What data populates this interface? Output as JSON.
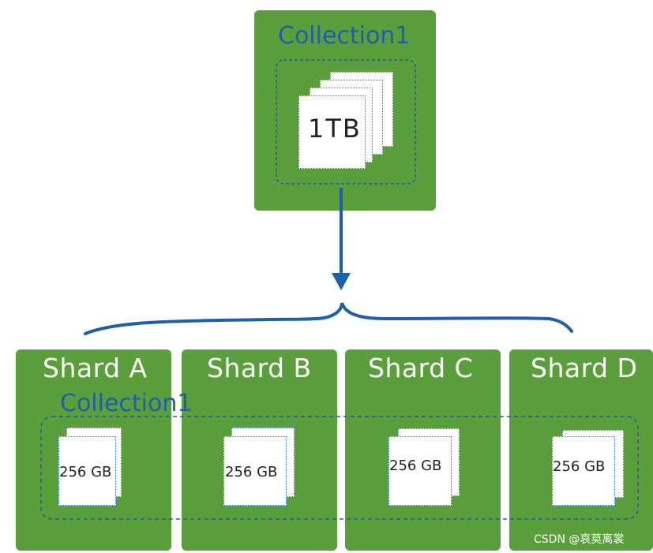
{
  "source": {
    "collection_label": "Collection1",
    "size_label": "1TB"
  },
  "target": {
    "collection_label": "Collection1",
    "shards": [
      {
        "name": "Shard A",
        "size_label": "256 GB"
      },
      {
        "name": "Shard B",
        "size_label": "256 GB"
      },
      {
        "name": "Shard C",
        "size_label": "256 GB"
      },
      {
        "name": "Shard D",
        "size_label": "256 GB"
      }
    ]
  },
  "watermark": "CSDN @哀莫离裳",
  "colors": {
    "box_green": "#5a9f3b",
    "label_blue": "#1f5fa8",
    "arrow_blue": "#1f5fa8",
    "text_white": "#ffffff"
  }
}
